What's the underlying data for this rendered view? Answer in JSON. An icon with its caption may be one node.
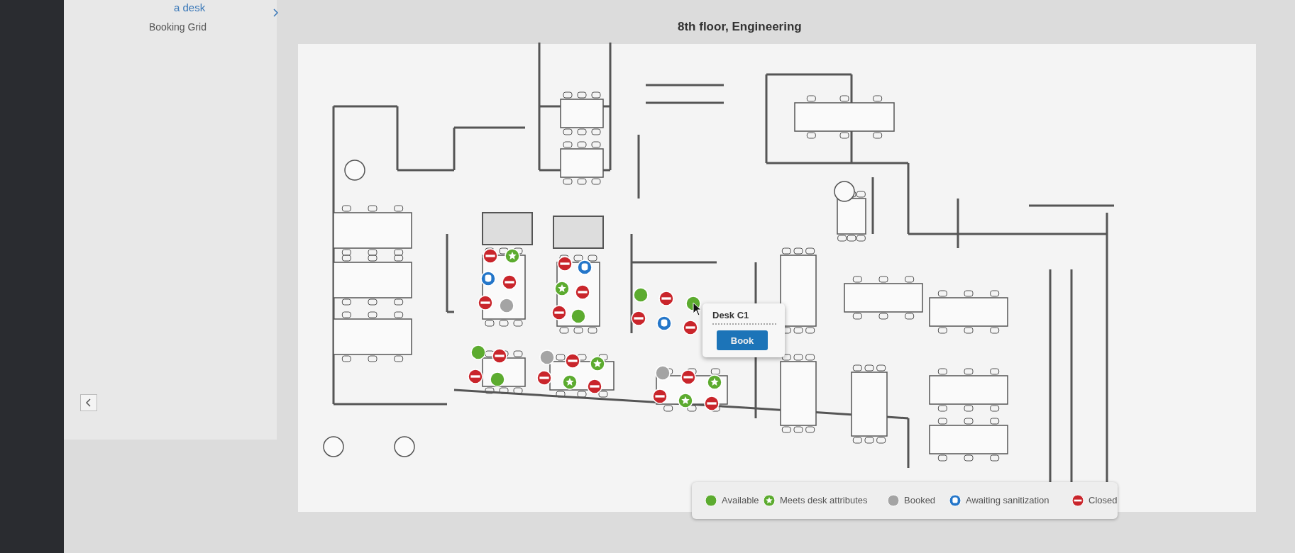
{
  "diagram": {
    "title": "8th floor, Engineering",
    "labels": [
      "a desk",
      "Booking Grid",
      "Desk C1",
      "Book"
    ],
    "legend": [
      {
        "text": "Available",
        "color": "#5cab2f"
      },
      {
        "text": "Meets desk attributes"
      },
      {
        "text": "Booked",
        "color": "#a4a4a4"
      },
      {
        "text": "Awaiting sanitization"
      },
      {
        "text": "Closed"
      }
    ]
  }
}
